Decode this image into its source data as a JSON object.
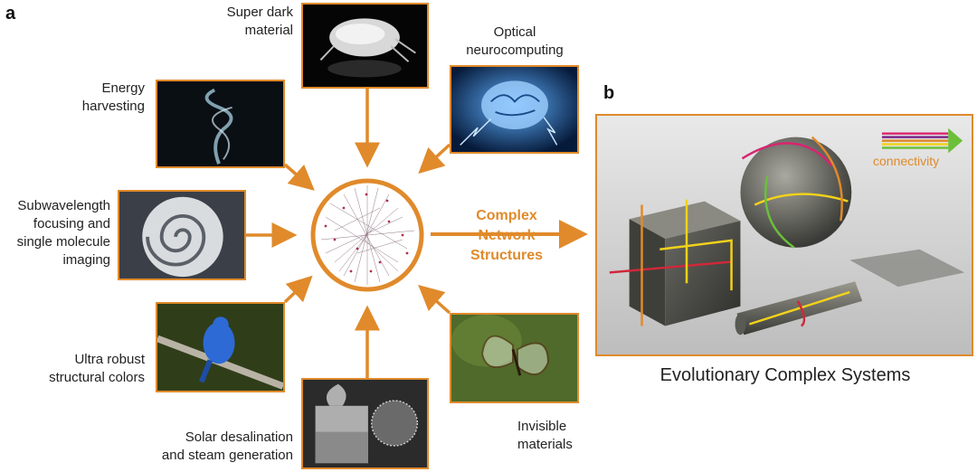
{
  "panel_a": {
    "letter": "a",
    "center": {
      "line1": "Complex",
      "line2": "Network",
      "line3": "Structures"
    },
    "items": {
      "super_dark": {
        "line1": "Super dark",
        "line2": "material"
      },
      "optical": {
        "line1": "Optical",
        "line2": "neurocomputing"
      },
      "energy": {
        "line1": "Energy",
        "line2": "harvesting"
      },
      "subwavelength": {
        "line1": "Subwavelength",
        "line2": "focusing and",
        "line3": "single molecule",
        "line4": "imaging"
      },
      "ultra_robust": {
        "line1": "Ultra robust",
        "line2": "structural colors"
      },
      "solar": {
        "line1": "Solar desalination",
        "line2": "and steam generation"
      },
      "invisible": {
        "line1": "Invisible",
        "line2": "materials"
      }
    }
  },
  "panel_b": {
    "letter": "b",
    "legend": "connectivity",
    "caption": "Evolutionary Complex Systems"
  },
  "colors": {
    "accent": "#e08a2b"
  }
}
